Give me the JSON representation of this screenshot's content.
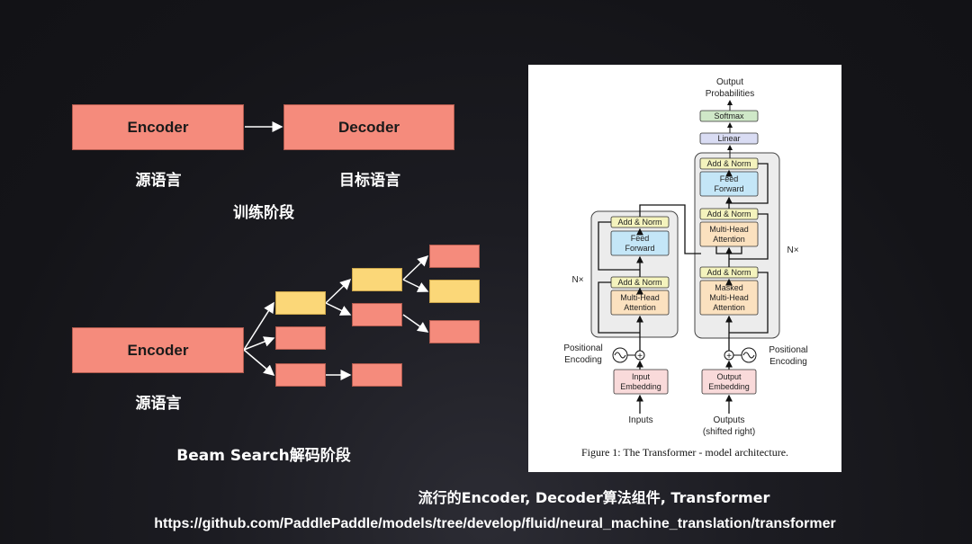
{
  "training": {
    "encoder": "Encoder",
    "decoder": "Decoder",
    "source_lang": "源语言",
    "target_lang": "目标语言",
    "stage": "训练阶段"
  },
  "beam": {
    "encoder": "Encoder",
    "source_lang": "源语言",
    "stage": "Beam Search解码阶段"
  },
  "transformer_figure": {
    "output_probabilities": [
      "Output",
      "Probabilities"
    ],
    "softmax": "Softmax",
    "linear": "Linear",
    "add_norm": "Add & Norm",
    "feed_forward": [
      "Feed",
      "Forward"
    ],
    "multi_head_attention": [
      "Multi-Head",
      "Attention"
    ],
    "masked_multi_head_attention": [
      "Masked",
      "Multi-Head",
      "Attention"
    ],
    "nx": "N×",
    "positional_encoding": [
      "Positional",
      "Encoding"
    ],
    "input_embedding": [
      "Input",
      "Embedding"
    ],
    "output_embedding": [
      "Output",
      "Embedding"
    ],
    "inputs": "Inputs",
    "outputs": [
      "Outputs",
      "(shifted right)"
    ],
    "caption": "Figure 1: The Transformer - model architecture.",
    "colors": {
      "add_norm": "#f4f3bd",
      "feed_forward": "#c4e6f7",
      "attention": "#fbe1bf",
      "embedding": "#f9dada",
      "softmax": "#cfe8c8",
      "linear": "#d9dcf3",
      "stack": "#ececec"
    }
  },
  "footer": {
    "subtitle": "流行的Encoder, Decoder算法组件, Transformer",
    "url": "https://github.com/PaddlePaddle/models/tree/develop/fluid/neural_machine_translation/transformer"
  },
  "colors": {
    "box_salmon": "#f58b7c",
    "box_yellow": "#fbd778",
    "background": "#16161b"
  }
}
